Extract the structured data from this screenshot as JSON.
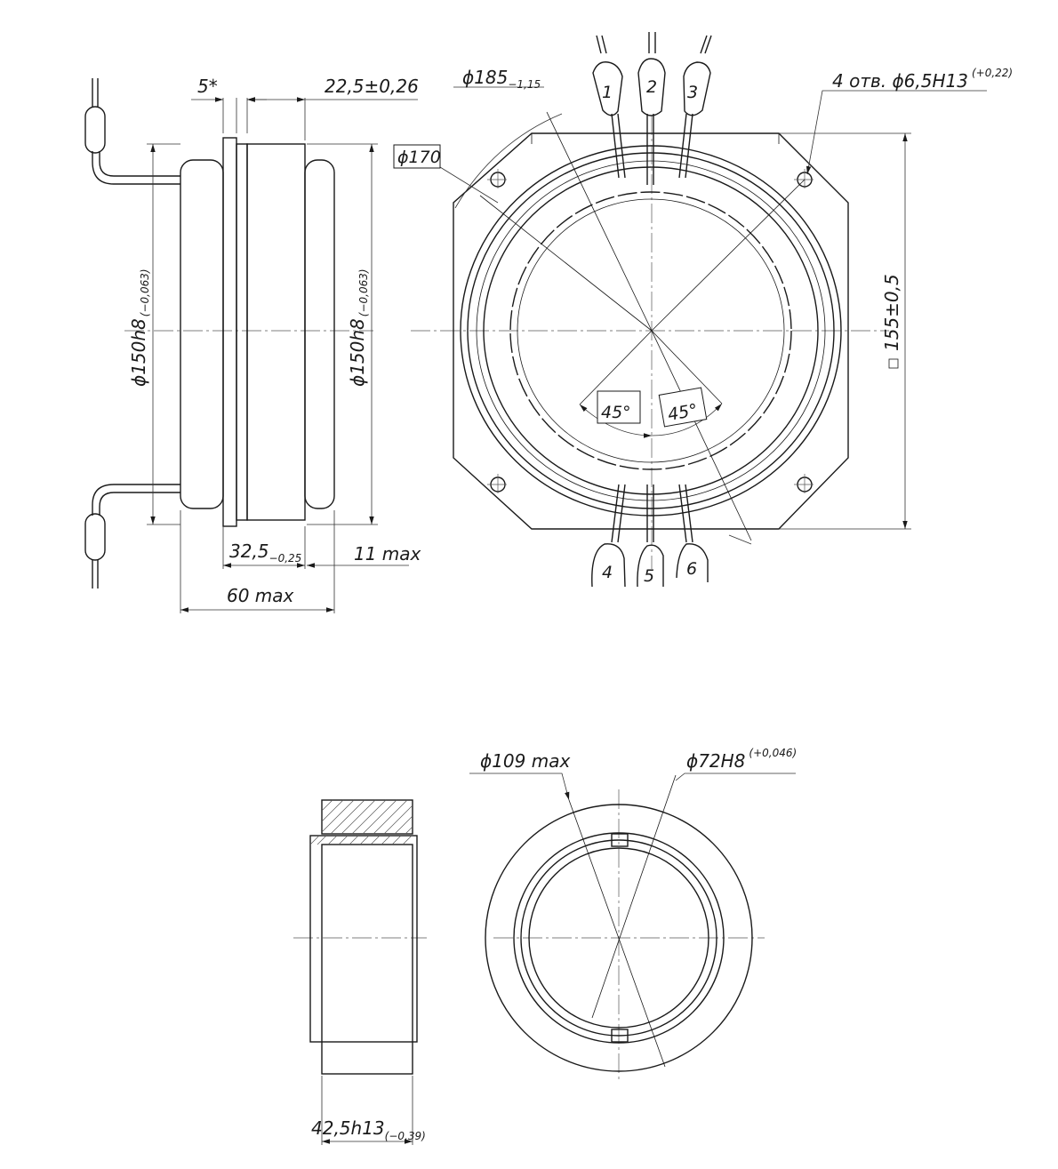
{
  "dimensions": {
    "gap": "5*",
    "flange_width": "22,5±0,26",
    "body_dia_left": "ϕ150h8",
    "body_dia_left_tol": "(−0,063)",
    "body_dia_right": "ϕ150h8",
    "body_dia_right_tol": "(−0,063)",
    "body_len": "32,5",
    "body_len_tol": "−0,25",
    "overhang": "11 max",
    "total_len": "60 max",
    "outer_dia": "ϕ185",
    "outer_dia_tol": "−1,15",
    "ring_dia": "ϕ170",
    "holes": "4 отв. ϕ6,5H13",
    "holes_tol": "(+0,22)",
    "square": "155±0,5",
    "angle_left": "45°",
    "angle_right": "45°",
    "ring_outer": "ϕ109 max",
    "ring_inner": "ϕ72H8",
    "ring_inner_tol": "(+0,046)",
    "ring_width": "42,5h13",
    "ring_width_tol": "(−0,39)"
  },
  "terminals": [
    "1",
    "2",
    "3",
    "4",
    "5",
    "6"
  ]
}
